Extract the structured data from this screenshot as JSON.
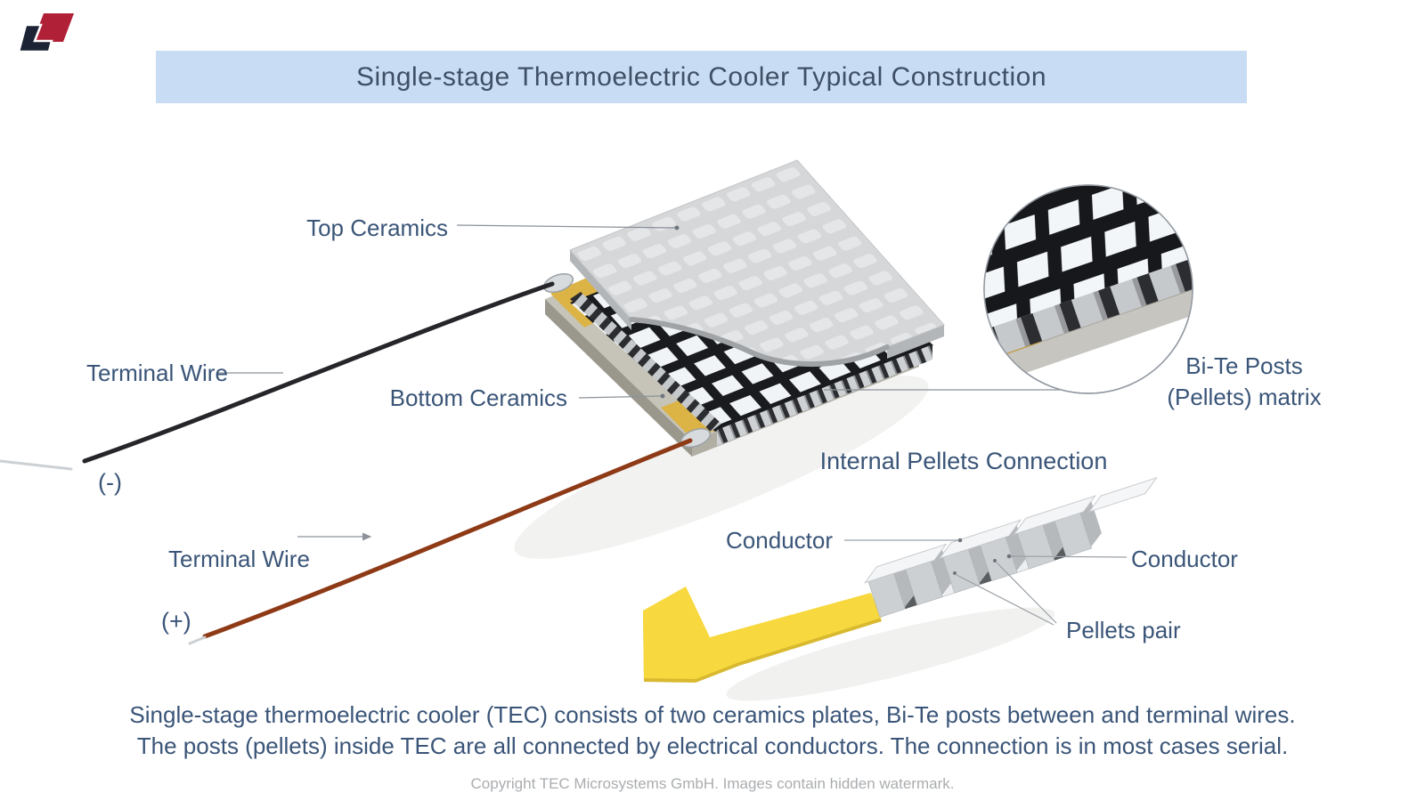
{
  "logo": {
    "name": "TEC Microsystems logo",
    "navy": "#1b2334",
    "red": "#b02138"
  },
  "title_bar": {
    "text": "Single-stage Thermoelectric Cooler Typical Construction",
    "bg": "#c8ddf3",
    "text_color": "#3e4f66"
  },
  "diagram": {
    "labels": {
      "top_ceramics": "Top Ceramics",
      "terminal_wire_neg": "Terminal Wire",
      "neg_sign": "(-)",
      "bottom_ceramics": "Bottom Ceramics",
      "terminal_wire_pos": "Terminal Wire",
      "pos_sign": "(+)",
      "bite_posts_line1": "Bi-Te Posts",
      "bite_posts_line2": "(Pellets) matrix",
      "internal_connection_title": "Internal Pellets Connection",
      "conductor_left": "Conductor",
      "conductor_right": "Conductor",
      "pellets_pair": "Pellets pair"
    },
    "colors": {
      "label_text": "#3a5578",
      "top_ceramic": "#d5d7d9",
      "bottom_ceramic": "#c6c3b9",
      "solder_pad_gold": "#dcb345",
      "connection_pad_yellow": "#f7d93f",
      "pellet_white": "#f1f4f6",
      "conductor_dark": "#1a1b1e",
      "wire_negative": "#26262a",
      "wire_positive": "#8e3a16",
      "leader_line": "#8b9299"
    }
  },
  "footer": {
    "description_line1": "Single-stage thermoelectric cooler (TEC) consists of two ceramics plates, Bi-Te posts between and terminal wires.",
    "description_line2": "The posts (pellets) inside TEC are all connected by electrical conductors. The connection is in most cases serial.",
    "copyright": "Copyright TEC Microsystems GmbH. Images contain hidden watermark."
  }
}
